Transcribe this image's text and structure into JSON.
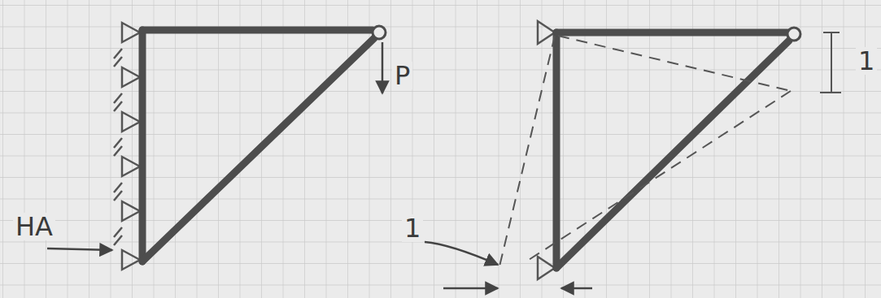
{
  "diagram": {
    "labels": [
      "HA",
      "P",
      "1",
      "1"
    ]
  }
}
